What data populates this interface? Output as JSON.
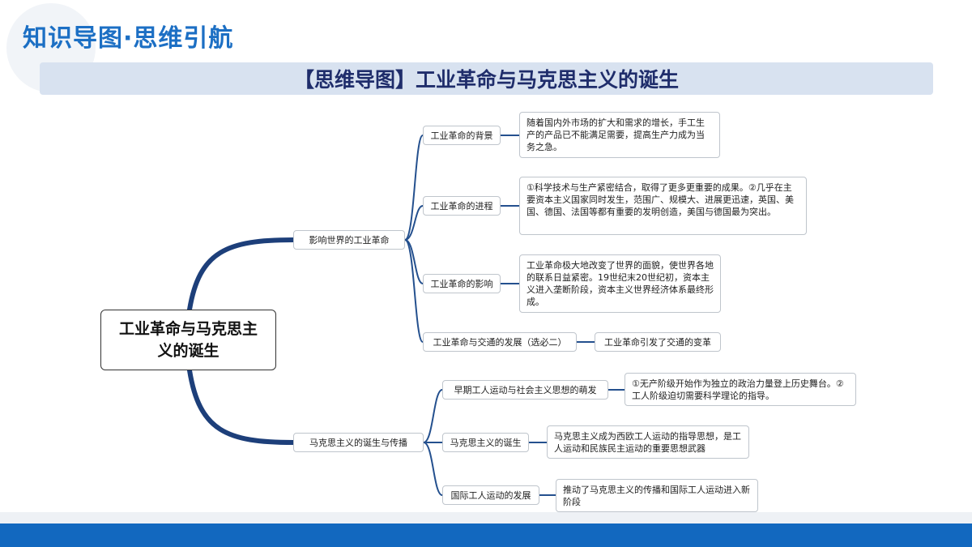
{
  "header": {
    "title": "知识导图·思维引航",
    "banner": "【思维导图】工业革命与马克思主义的诞生"
  },
  "mindmap": {
    "root": "工业革命与马克思主义的诞生",
    "branches": [
      {
        "label": "影响世界的工业革命",
        "children": [
          {
            "label": "工业革命的背景",
            "desc": "随着国内外市场的扩大和需求的增长，手工生产的产品已不能满足需要，提高生产力成为当务之急。"
          },
          {
            "label": "工业革命的进程",
            "desc": "①科学技术与生产紧密结合，取得了更多更重要的成果。②几乎在主要资本主义国家同时发生，范围广、规模大、进展更迅速，英国、美国、德国、法国等都有重要的发明创造，美国与德国最为突出。"
          },
          {
            "label": "工业革命的影响",
            "desc": "工业革命极大地改变了世界的面貌，使世界各地的联系日益紧密。19世纪末20世纪初，资本主义进入垄断阶段，资本主义世界经济体系最终形成。"
          },
          {
            "label": "工业革命与交通的发展（选必二）",
            "desc": "工业革命引发了交通的变革"
          }
        ]
      },
      {
        "label": "马克思主义的诞生与传播",
        "children": [
          {
            "label": "早期工人运动与社会主义思想的萌发",
            "desc": "①无产阶级开始作为独立的政治力量登上历史舞台。②工人阶级迫切需要科学理论的指导。"
          },
          {
            "label": "马克思主义的诞生",
            "desc": "马克思主义成为西欧工人运动的指导思想，是工人运动和民族民主运动的重要思想武器"
          },
          {
            "label": "国际工人运动的发展",
            "desc": "推动了马克思主义的传播和国际工人运动进入新阶段"
          }
        ]
      }
    ]
  }
}
